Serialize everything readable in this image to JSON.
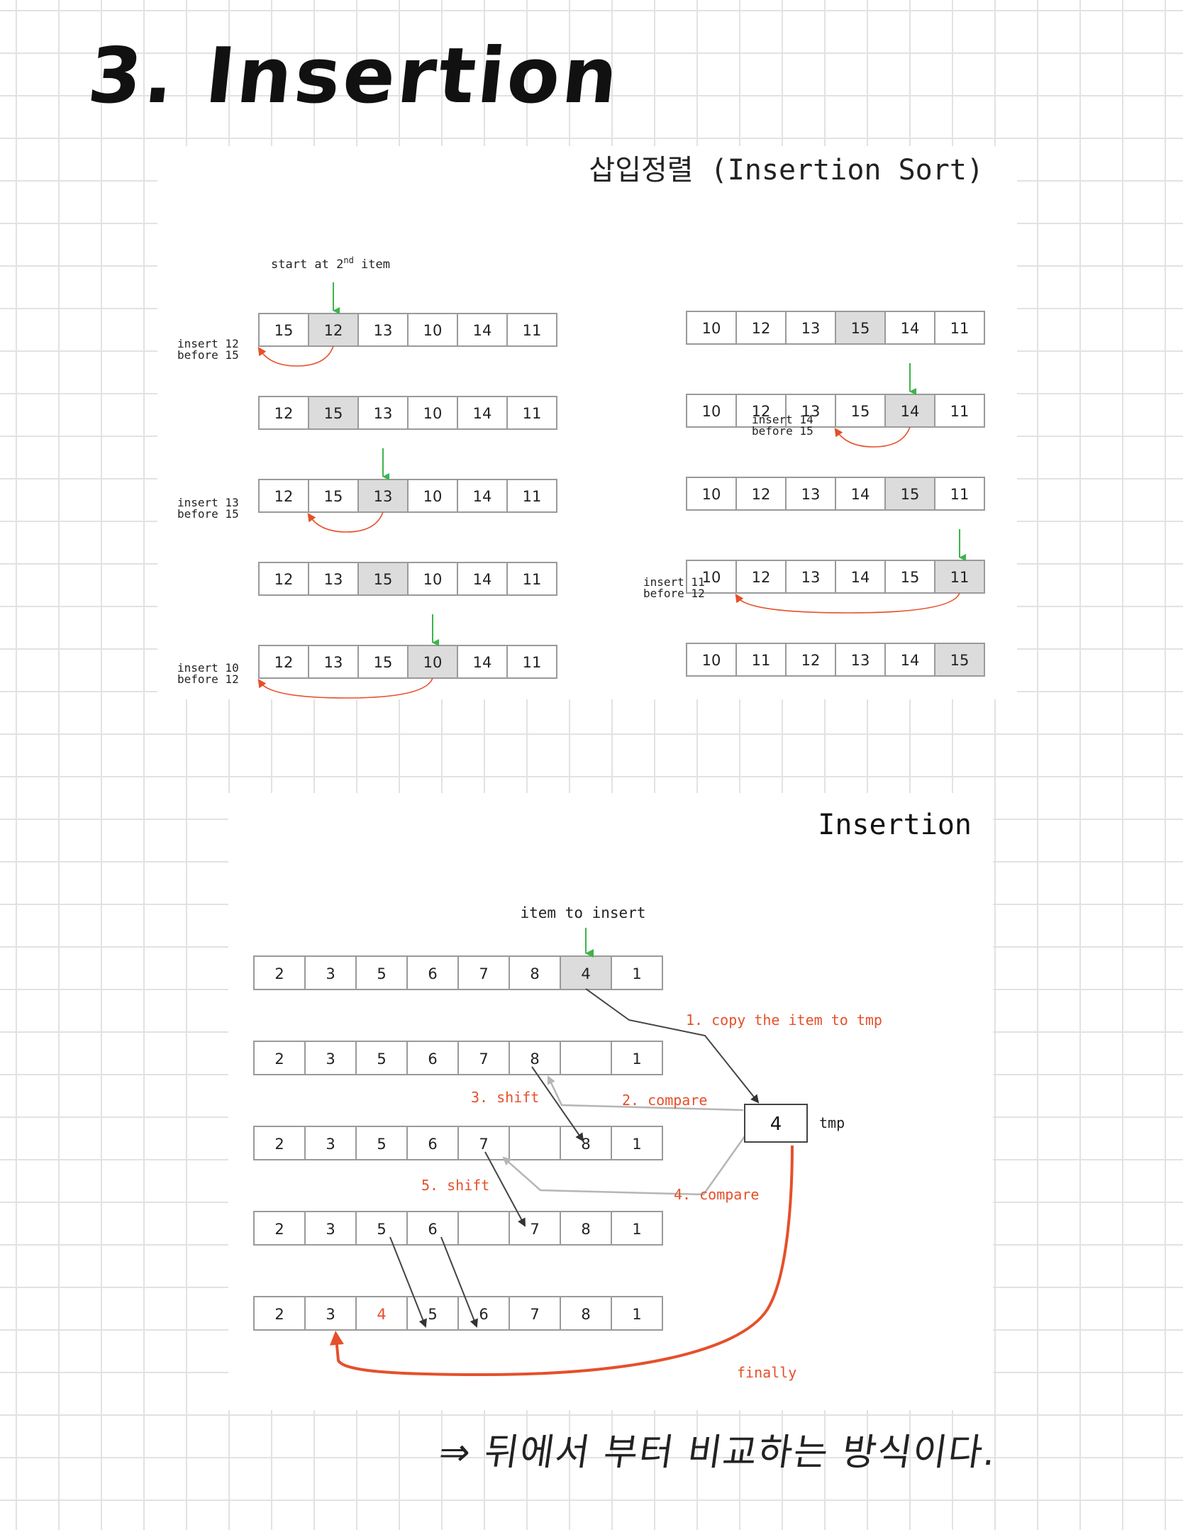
{
  "page": {
    "heading": "3. Insertion",
    "footnote": "⇒ 뒤에서 부터 비교하는 방식이다."
  },
  "diagram1": {
    "title": "삽입정렬 (Insertion Sort)",
    "start_label": "start at 2",
    "start_sup": "nd",
    "start_suffix": " item",
    "rows": [
      {
        "values": [
          "15",
          "12",
          "13",
          "10",
          "14",
          "11"
        ],
        "highlight": 1
      },
      {
        "values": [
          "12",
          "15",
          "13",
          "10",
          "14",
          "11"
        ],
        "highlight": 1
      },
      {
        "values": [
          "12",
          "15",
          "13",
          "10",
          "14",
          "11"
        ],
        "highlight": 2
      },
      {
        "values": [
          "12",
          "13",
          "15",
          "10",
          "14",
          "11"
        ],
        "highlight": 2
      },
      {
        "values": [
          "12",
          "13",
          "15",
          "10",
          "14",
          "11"
        ],
        "highlight": 3
      },
      {
        "values": [
          "10",
          "12",
          "13",
          "15",
          "14",
          "11"
        ],
        "highlight": 3
      },
      {
        "values": [
          "10",
          "12",
          "13",
          "15",
          "14",
          "11"
        ],
        "highlight": 4
      },
      {
        "values": [
          "10",
          "12",
          "13",
          "14",
          "15",
          "11"
        ],
        "highlight": 4
      },
      {
        "values": [
          "10",
          "12",
          "13",
          "14",
          "15",
          "11"
        ],
        "highlight": 5
      },
      {
        "values": [
          "10",
          "11",
          "12",
          "13",
          "14",
          "15"
        ],
        "highlight": 5
      }
    ],
    "notes": [
      {
        "line1": "insert 12",
        "line2": "before 15"
      },
      {
        "line1": "insert 13",
        "line2": "before 15"
      },
      {
        "line1": "insert 10",
        "line2": "before 12"
      },
      {
        "line1": "insert 14",
        "line2": "before 15"
      },
      {
        "line1": "insert 11",
        "line2": "before 12"
      }
    ]
  },
  "diagram2": {
    "title": "Insertion",
    "item_label": "item to insert",
    "rows": [
      {
        "values": [
          "2",
          "3",
          "5",
          "6",
          "7",
          "8",
          "4",
          "1"
        ],
        "highlight": 6
      },
      {
        "values": [
          "2",
          "3",
          "5",
          "6",
          "7",
          "8",
          "",
          "1"
        ],
        "highlight": -1
      },
      {
        "values": [
          "2",
          "3",
          "5",
          "6",
          "7",
          "",
          "8",
          "1"
        ],
        "highlight": -1
      },
      {
        "values": [
          "2",
          "3",
          "5",
          "6",
          "",
          "7",
          "8",
          "1"
        ],
        "highlight": -1
      },
      {
        "values": [
          "2",
          "3",
          "4",
          "5",
          "6",
          "7",
          "8",
          "1"
        ],
        "highlight": -1,
        "accent_index": 2
      }
    ],
    "tmp_value": "4",
    "tmp_label": "tmp",
    "steps": [
      "1. copy the item to tmp",
      "2. compare",
      "3. shift",
      "4. compare",
      "5. shift",
      "finally"
    ]
  },
  "colors": {
    "accent": "#e5502a",
    "green": "#3cb54a",
    "cell_highlight": "#dcdcdc",
    "cell_border": "#9a9a9a"
  }
}
